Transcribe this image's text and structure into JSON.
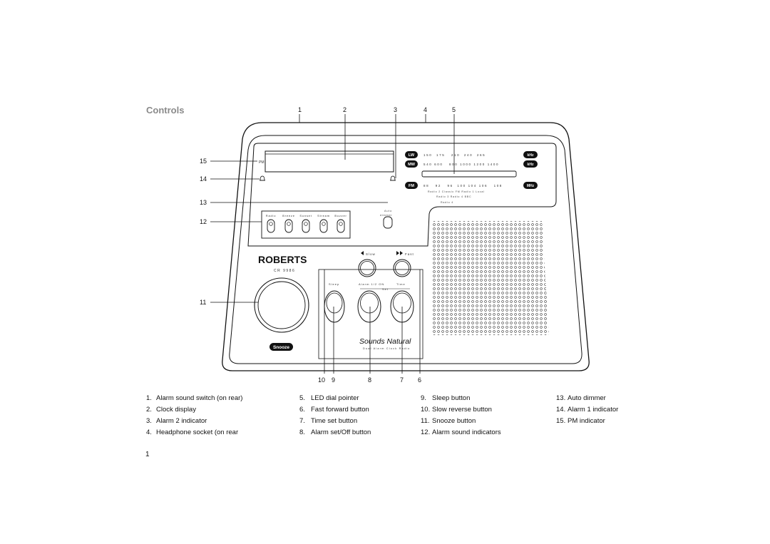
{
  "page": {
    "title": "Controls",
    "page_number": "1"
  },
  "callouts": {
    "top": [
      "1",
      "2",
      "3",
      "4",
      "5"
    ],
    "left": [
      "15",
      "14",
      "13",
      "12",
      "11"
    ],
    "bottom": [
      "10",
      "9",
      "8",
      "7",
      "6"
    ]
  },
  "radio": {
    "brand": "ROBERTS",
    "model": "CR 9986",
    "tagline": "Sounds Natural",
    "subtagline": "Dual Alarm Clock Radio",
    "snooze_label": "Snooze",
    "pm_label": "PM",
    "bands": [
      {
        "name": "LW",
        "unit": "kHz",
        "scale": "150  175   210  240  265"
      },
      {
        "name": "MW",
        "unit": "kHz",
        "scale": "540 600   800 1000 1200 1400"
      },
      {
        "name": "FM",
        "unit": "MHz",
        "scale": "88   92   96  100 104 106   108"
      }
    ],
    "fm_subtext": [
      "Radio 2  Classic FM  Radio 1        Local",
      "Radio 3      Radio 4  BBC",
      "Radio 4"
    ],
    "alarm_sounds": [
      "Radio",
      "Breeze",
      "Sunset",
      "Stream",
      "Buzzer"
    ],
    "auto_dimmer_label": [
      "Auto",
      "dimmer"
    ],
    "slow_label": "Slow",
    "fast_label": "Fast",
    "lower_buttons": [
      "Sleep",
      "Alarm 1/2 ON",
      "Time"
    ],
    "set_label": "Set"
  },
  "legend": [
    [
      "1.",
      "Alarm sound switch (on rear)"
    ],
    [
      "2.",
      "Clock display"
    ],
    [
      "3.",
      "Alarm 2 indicator"
    ],
    [
      "4.",
      "Headphone socket (on rear"
    ],
    [
      "5.",
      "LED dial pointer"
    ],
    [
      "6.",
      "Fast forward button"
    ],
    [
      "7.",
      "Time set button"
    ],
    [
      "8.",
      "Alarm set/Off button"
    ],
    [
      "9.",
      "Sleep button"
    ],
    [
      "10.",
      "Slow reverse button"
    ],
    [
      "11.",
      "Snooze button"
    ],
    [
      "12.",
      "Alarm sound indicators"
    ],
    [
      "13.",
      "Auto dimmer"
    ],
    [
      "14.",
      "Alarm 1 indicator"
    ],
    [
      "15.",
      "PM indicator"
    ]
  ]
}
